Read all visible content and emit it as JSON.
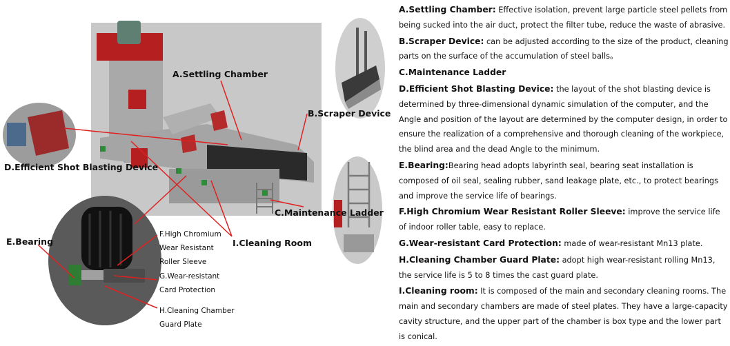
{
  "labels": {
    "settling_chamber": "A.Settling Chamber",
    "scraper_device": "B.Scraper Device",
    "shot_blasting_device": "D.Efficient Shot Blasting Device",
    "maintenance_ladder": "C.Maintenance Ladder",
    "cleaning_room": "I.Cleaning Room",
    "bearing": "E.Bearing",
    "roller_sleeve": "F.High Chromium Wear Resistant Roller Sleeve",
    "card_protection": "G.Wear-resistant Card Protection",
    "guard_plate": "H.Cleaning Chamber Guard Plate"
  },
  "descriptions": [
    {
      "title": "A.Settling Chamber:",
      "text": "Effective isolation, prevent large particle steel pellets from being sucked into the air duct, protect the filter tube, reduce the waste of abrasive."
    },
    {
      "title": "B.Scraper Device:",
      "text": "can be adjusted according to the size of the product, cleaning parts on the surface of the accumulation of steel balls。"
    },
    {
      "title": "C.Maintenance Ladder",
      "text": ""
    },
    {
      "title": "D.Efficient Shot Blasting Device:",
      "text": "the layout of the shot blasting device is determined by three-dimensional dynamic simulation of the computer, and the Angle and position of the layout are determined by the computer design, in order to ensure the realization of a comprehensive and thorough cleaning of the workpiece, the blind area and the dead Angle to the minimum."
    },
    {
      "title": "E.Bearing:",
      "text": "Bearing head adopts labyrinth seal, bearing seat installation is composed of oil seal, sealing rubber, sand leakage plate, etc., to protect bearings and improve the service life of bearings."
    },
    {
      "title": "F.High Chromium Wear Resistant Roller Sleeve:",
      "text": "improve the service life of indoor roller table, easy to replace."
    },
    {
      "title": "G.Wear-resistant Card Protection:",
      "text": "made of wear-resistant Mn13 plate."
    },
    {
      "title": "H.Cleaning Chamber Guard Plate:",
      "text": "adopt high wear-resistant rolling Mn13, the service life is 5 to 8 times the cast guard plate."
    },
    {
      "title": "I.Cleaning room:",
      "text": "It is composed of the main and secondary cleaning rooms. The main and secondary chambers are made of steel plates. They have a large-capacity cavity structure, and the upper part of the chamber is box type and the lower part is conical."
    }
  ]
}
